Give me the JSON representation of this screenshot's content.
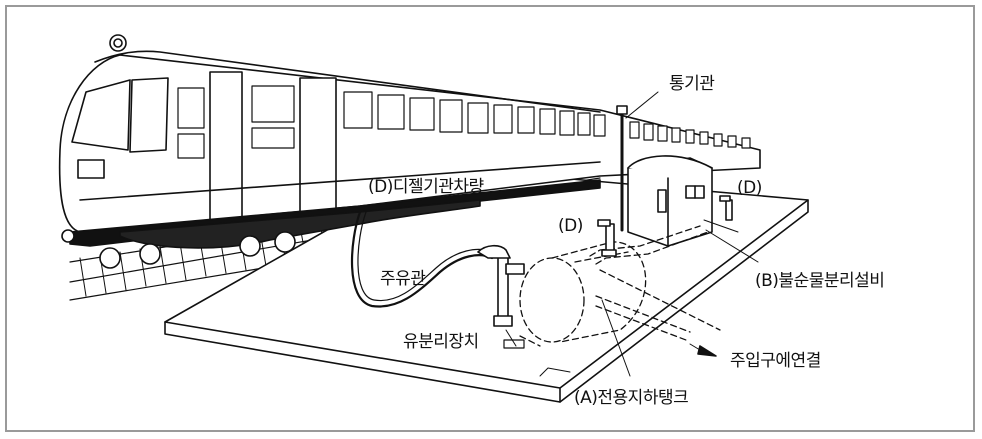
{
  "labels": {
    "vent_pipe": "통기관",
    "diesel_car": "(D)디젤기관차량",
    "d_right": "(D)",
    "d_center": "(D)",
    "fuel_pipe": "주유관",
    "oil_separator_device": "유분리장치",
    "separation_facility": "(B)불순물분리설비",
    "inlet_connection": "주입구에연결",
    "underground_tank": "(A)전용지하탱크"
  },
  "colors": {
    "frame": "#9a9a9a",
    "ink": "#111111",
    "background": "#ffffff"
  }
}
